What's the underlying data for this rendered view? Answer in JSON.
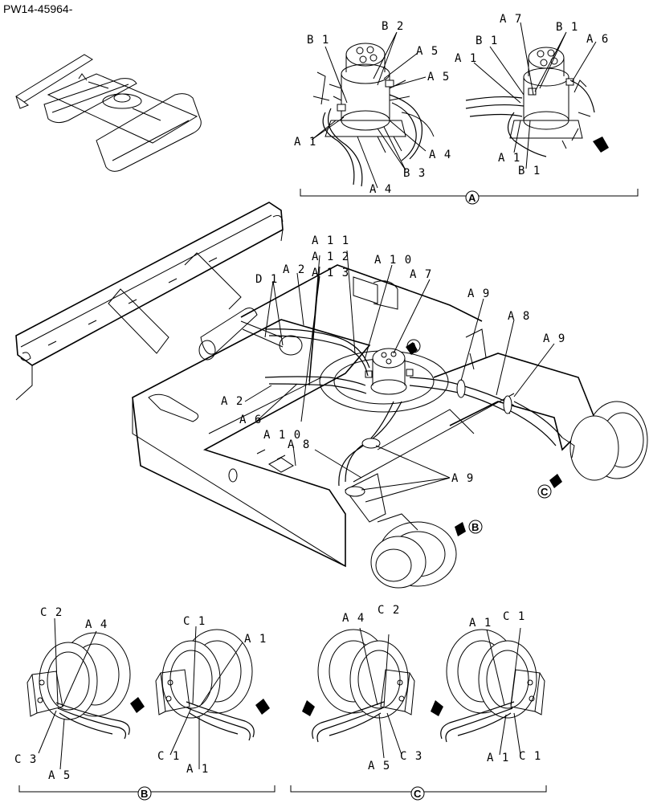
{
  "document_id": "PW14-45964-",
  "views": {
    "A": {
      "letter": "A"
    },
    "B": {
      "letter": "B"
    },
    "C": {
      "letter": "C"
    }
  },
  "callouts": {
    "view_a_left": [
      "B 1",
      "B 2",
      "A 5",
      "A 5",
      "A 1",
      "A 4",
      "B 3",
      "A 4"
    ],
    "view_a_right": [
      "A 7",
      "B 1",
      "B 1",
      "A 6",
      "A 1",
      "A 1",
      "B 1"
    ],
    "main": [
      "D 1",
      "A 2",
      "A 1 1",
      "A 1 2",
      "A 1 3",
      "A 1 0",
      "A 7",
      "A 9",
      "A 8",
      "A 9",
      "A 2",
      "A 6",
      "A 1 0",
      "A 8",
      "A 9"
    ],
    "view_b_left": [
      "C 2",
      "A 4",
      "C 3",
      "A 5"
    ],
    "view_b_right": [
      "C 1",
      "A 1",
      "C 1",
      "A 1"
    ],
    "view_c_left": [
      "A 4",
      "C 2",
      "A 5",
      "C 3"
    ],
    "view_c_right": [
      "A 1",
      "C 1",
      "A 1",
      "C 1"
    ]
  }
}
